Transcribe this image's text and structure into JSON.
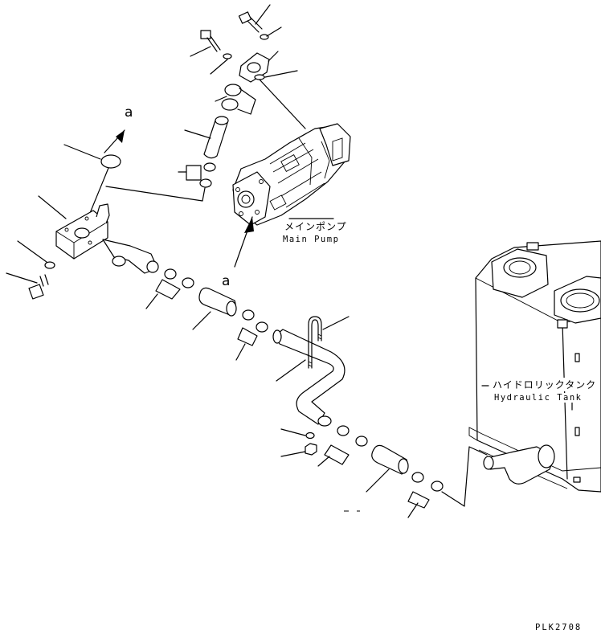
{
  "labels": {
    "main_pump_ja": "メインポンプ",
    "main_pump_en": "Main Pump",
    "tank_ja": "ハイドロリックタンク",
    "tank_en": "Hydraulic Tank",
    "view_a_top": "a",
    "view_a_bottom": "a",
    "drawing_code": "PLK2708"
  }
}
